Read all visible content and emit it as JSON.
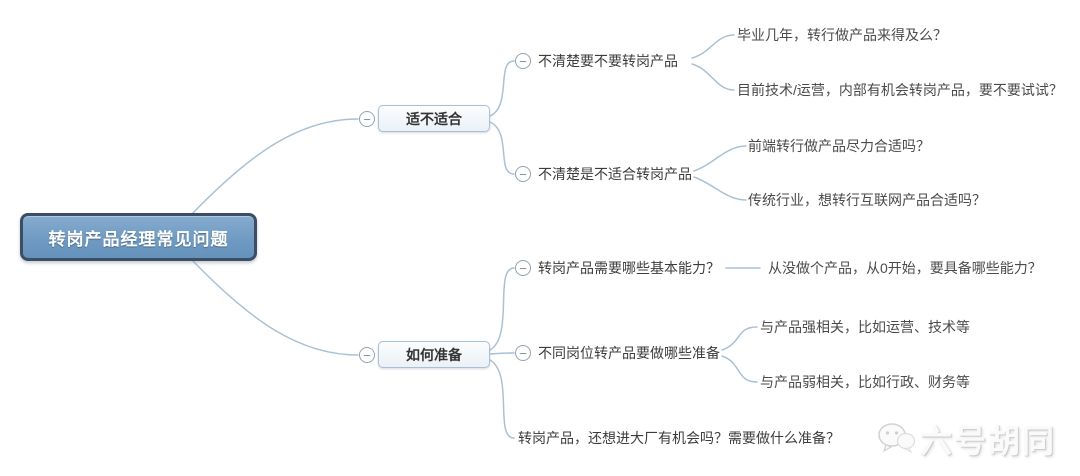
{
  "ui": {
    "collapse_glyph": "−"
  },
  "colors": {
    "root_fill": "#6e9ac2",
    "root_border": "#3d4d66",
    "branch_border": "#a9bfd3",
    "connector_line": "#aac1d5",
    "text": "#3c3c3c"
  },
  "root": {
    "label": "转岗产品经理常见问题"
  },
  "branches": [
    {
      "label": "适不适合",
      "children": [
        {
          "label": "不清楚要不要转岗产品",
          "children": [
            {
              "label": "毕业几年，转行做产品来得及么？"
            },
            {
              "label": "目前技术/运营，内部有机会转岗产品，要不要试试？"
            }
          ]
        },
        {
          "label": "不清楚是不适合转岗产品",
          "children": [
            {
              "label": "前端转行做产品尽力合适吗？"
            },
            {
              "label": "传统行业，想转行互联网产品合适吗？"
            }
          ]
        }
      ]
    },
    {
      "label": "如何准备",
      "children": [
        {
          "label": "转岗产品需要哪些基本能力？",
          "children": [
            {
              "label": "从没做个产品，从0开始，要具备哪些能力？"
            }
          ]
        },
        {
          "label": "不同岗位转产品要做哪些准备",
          "children": [
            {
              "label": "与产品强相关，比如运营、技术等"
            },
            {
              "label": "与产品弱相关，比如行政、财务等"
            }
          ]
        },
        {
          "label": "转岗产品，还想进大厂有机会吗？需要做什么准备？"
        }
      ]
    }
  ],
  "watermark": {
    "label": "六号胡同",
    "icon": "wechat-logo-icon"
  }
}
